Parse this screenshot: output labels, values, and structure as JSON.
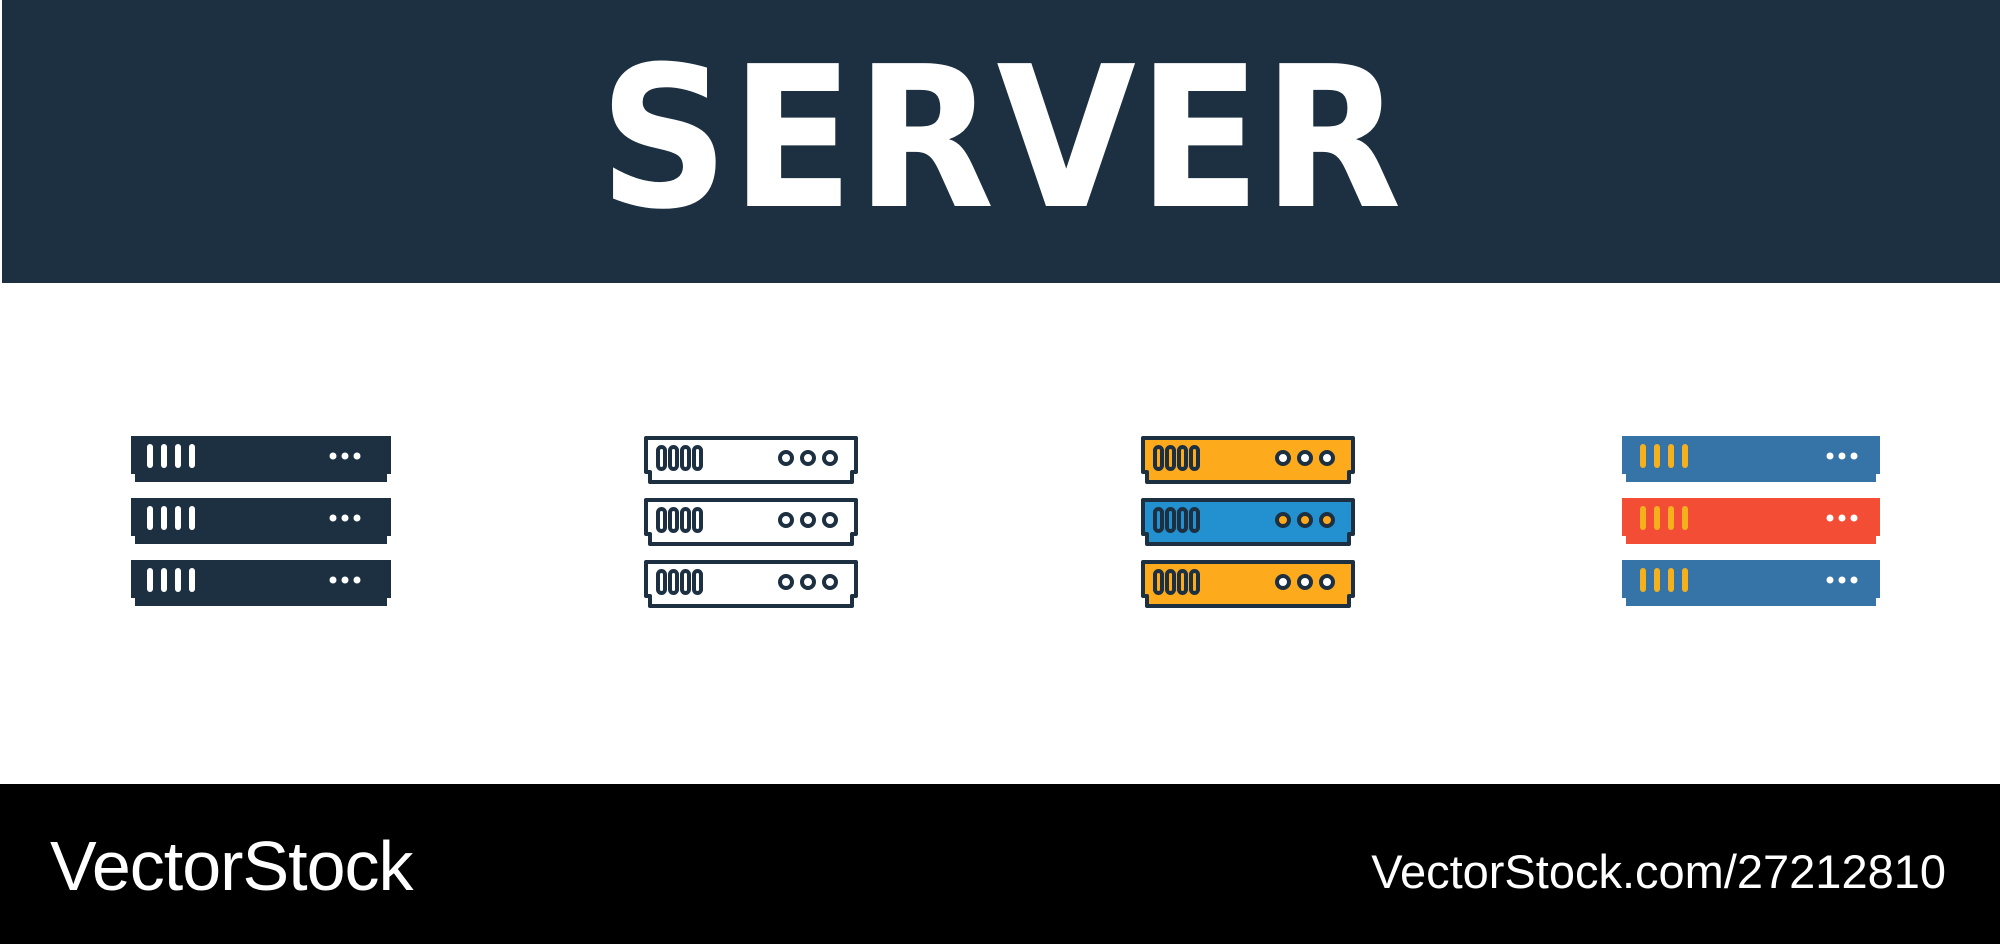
{
  "header": {
    "title": "SERVER"
  },
  "icons": [
    {
      "style": "glyph",
      "icon": "server-icon"
    },
    {
      "style": "outline",
      "icon": "server-icon"
    },
    {
      "style": "filled-outline",
      "icon": "server-icon"
    },
    {
      "style": "flat",
      "icon": "server-icon"
    }
  ],
  "colors": {
    "banner": "#1c3042",
    "dark": "#1c3042",
    "orange": "#fdab1c",
    "blue": "#2391cf",
    "steel": "#3673a6",
    "red": "#f44d36",
    "yellow": "#f5b01e"
  },
  "footer": {
    "brand": "VectorStock",
    "url": "VectorStock.com/27212810"
  }
}
